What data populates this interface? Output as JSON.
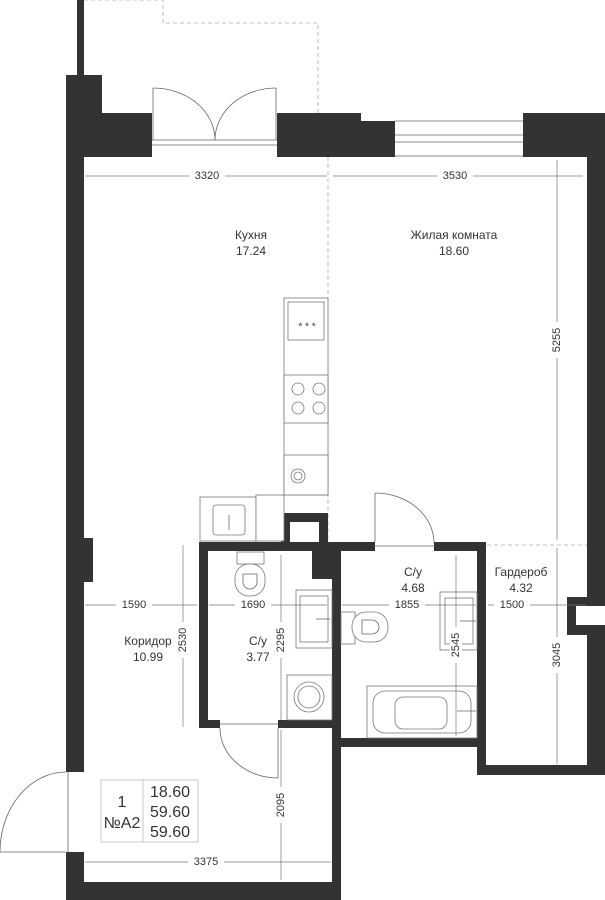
{
  "rooms": {
    "kitchen": {
      "name": "Кухня",
      "area": "17.24"
    },
    "living": {
      "name": "Жилая комната",
      "area": "18.60"
    },
    "corridor": {
      "name": "Коридор",
      "area": "10.99"
    },
    "bath1": {
      "name": "С/у",
      "area": "3.77"
    },
    "bath2": {
      "name": "С/у",
      "area": "4.68"
    },
    "wardrobe": {
      "name": "Гардероб",
      "area": "4.32"
    }
  },
  "dimensions": {
    "kitchen_width": "3320",
    "living_width": "3530",
    "living_depth": "5255",
    "corridor_width": "1590",
    "bath1_width": "1690",
    "bath2_width": "1855",
    "wardrobe_width": "1500",
    "corridor_depth": "2530",
    "bath1_depth": "2295",
    "bath2_depth": "2545",
    "wardrobe_depth": "3045",
    "hall_depth": "2095",
    "hall_width": "3375"
  },
  "info": {
    "rooms_count": "1",
    "apartment_number": "№A2",
    "living_area": "18.60",
    "total_area": "59.60",
    "total_area_2": "59.60"
  },
  "colors": {
    "wall": "#333333"
  }
}
